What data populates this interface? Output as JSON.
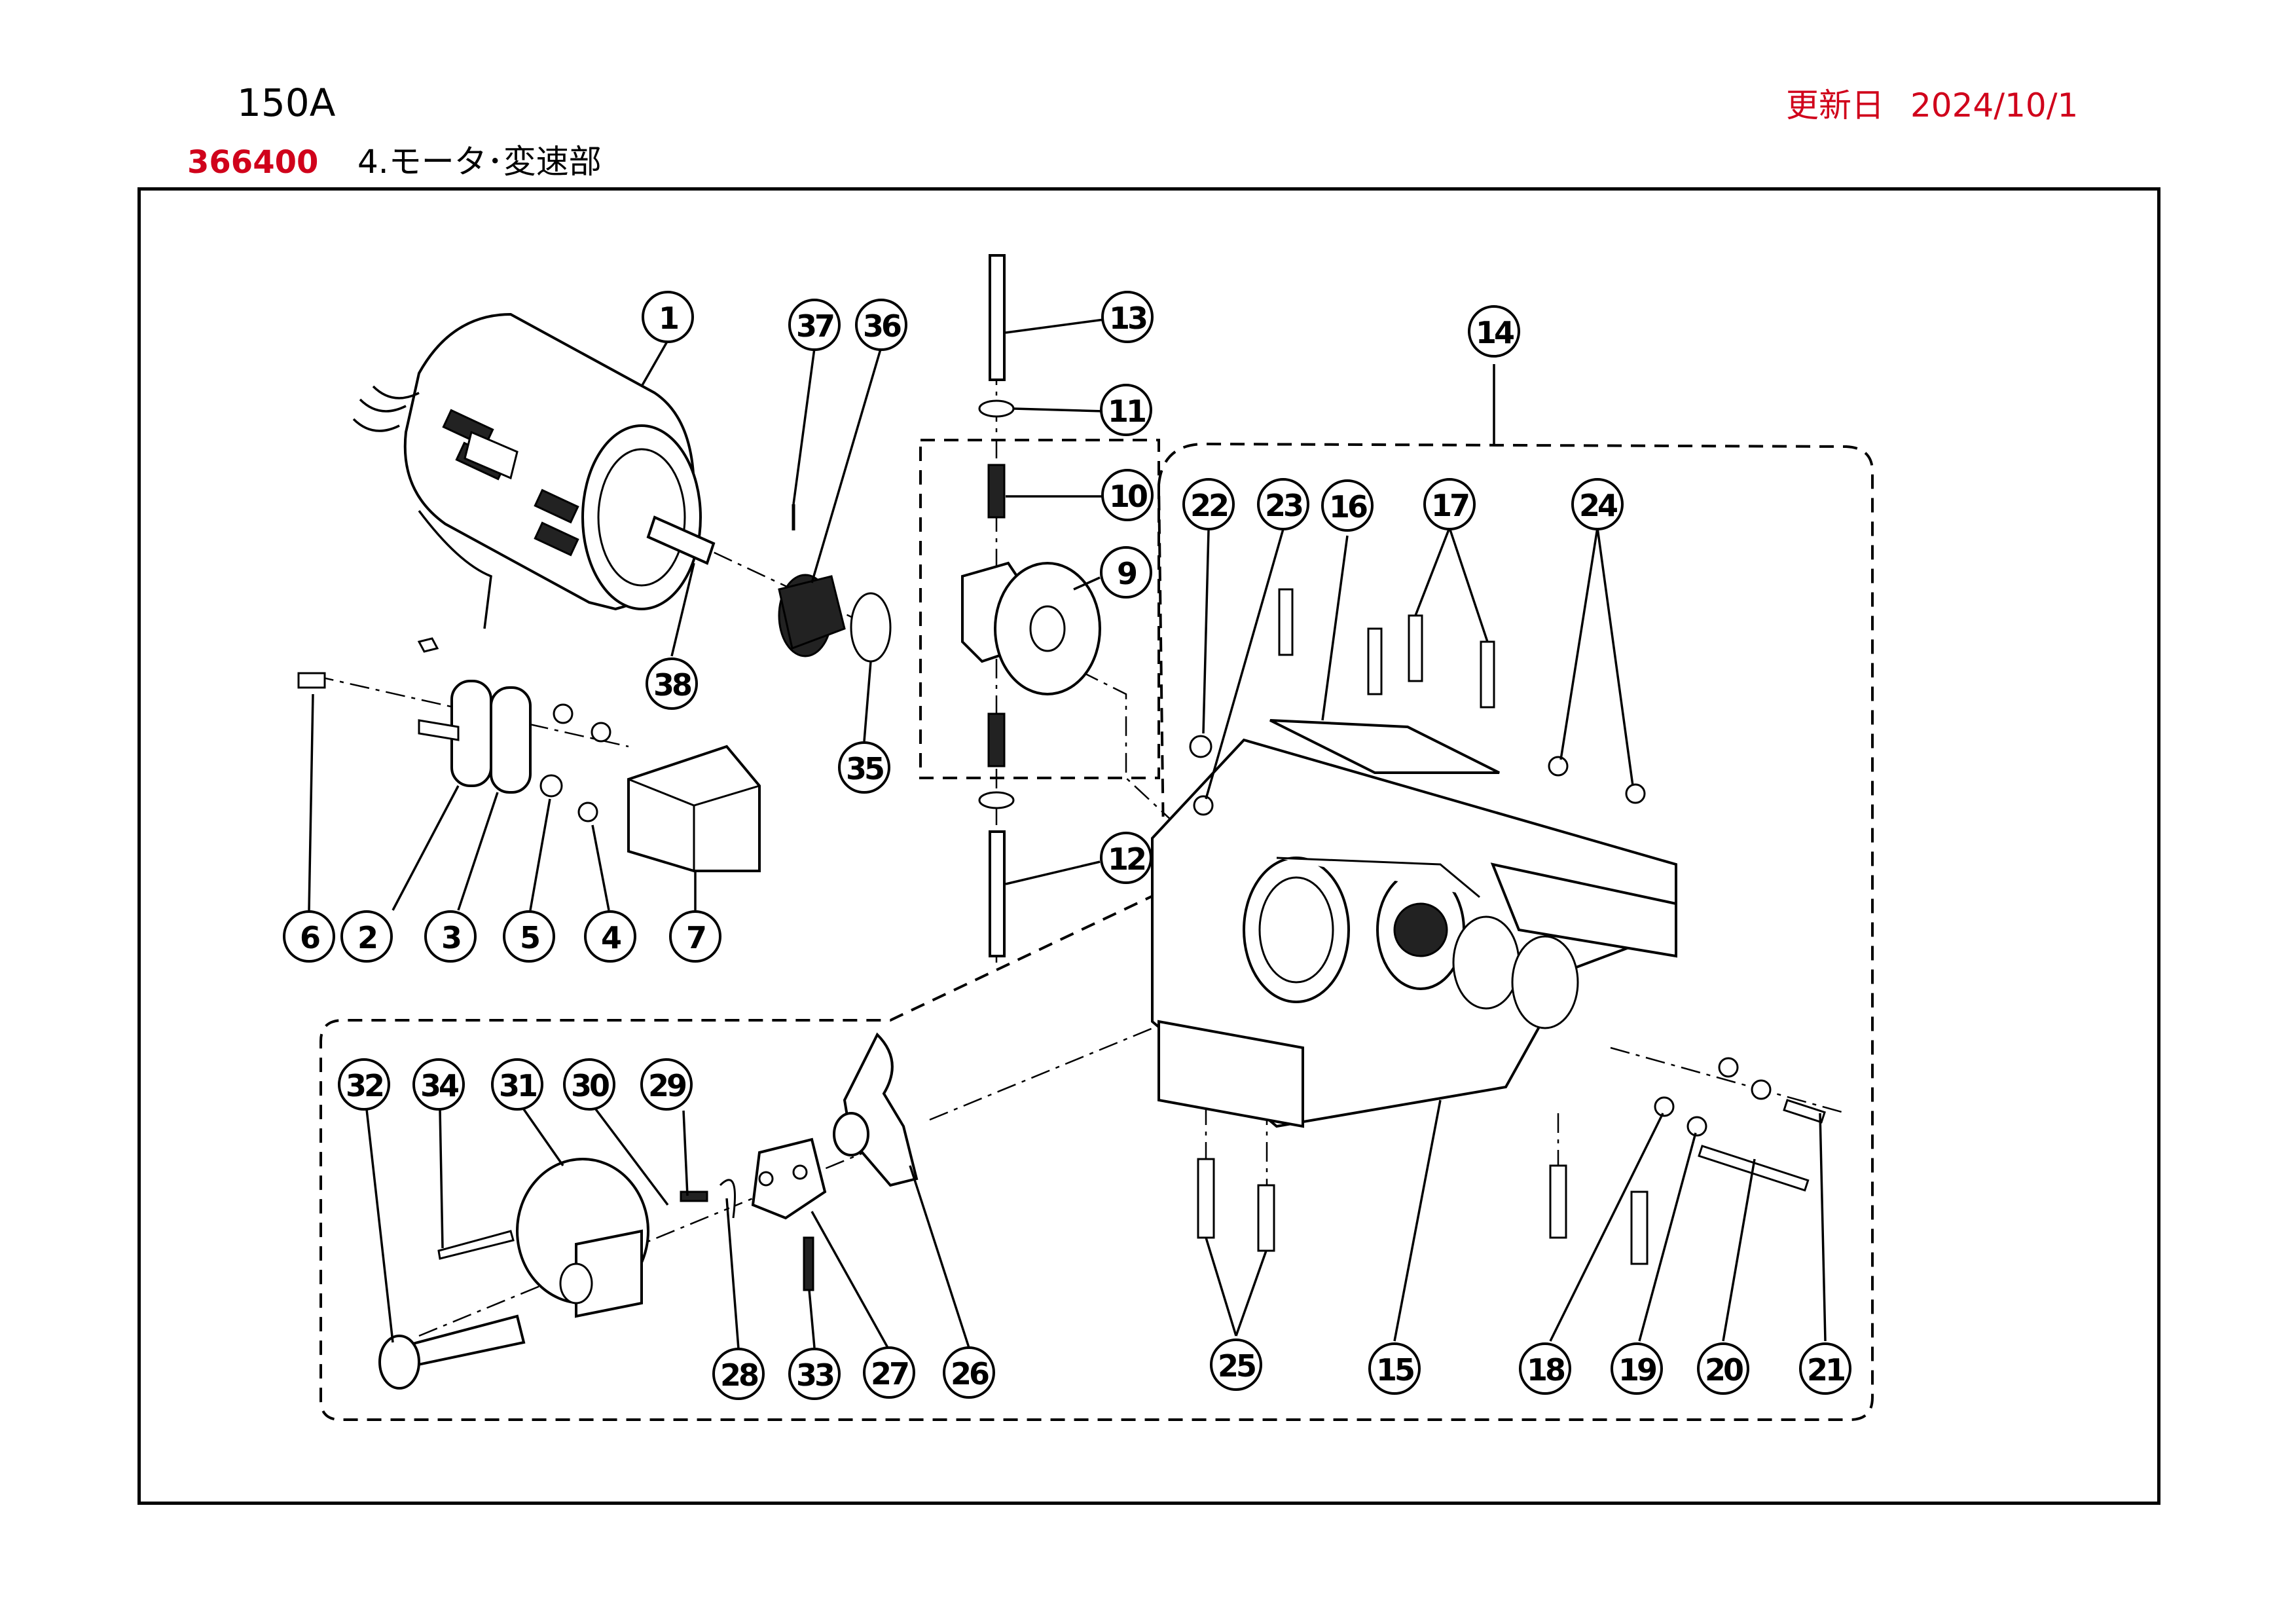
{
  "header": {
    "model": "150A",
    "updated_label": "更新日",
    "updated_date": "2024/10/1",
    "part_code": "366400",
    "section_title": "4.モータ･変速部"
  },
  "callouts": {
    "c1": "1",
    "c2": "2",
    "c3": "3",
    "c4": "4",
    "c5": "5",
    "c6": "6",
    "c7": "7",
    "c9": "9",
    "c10": "10",
    "c11": "11",
    "c12": "12",
    "c13": "13",
    "c14": "14",
    "c15": "15",
    "c16": "16",
    "c17": "17",
    "c18": "18",
    "c19": "19",
    "c20": "20",
    "c21": "21",
    "c22": "22",
    "c23": "23",
    "c24": "24",
    "c25": "25",
    "c26": "26",
    "c27": "27",
    "c28": "28",
    "c29": "29",
    "c30": "30",
    "c31": "31",
    "c32": "32",
    "c33": "33",
    "c34": "34",
    "c35": "35",
    "c36": "36",
    "c37": "37",
    "c38": "38"
  }
}
